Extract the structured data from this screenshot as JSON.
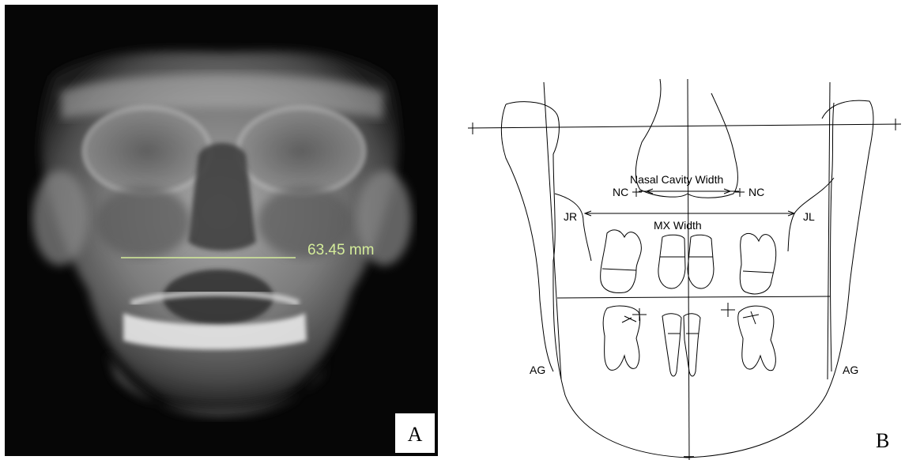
{
  "panel_a": {
    "measurement_label": "63.45 mm",
    "panel_letter": "A",
    "measure_line_color": "#d4ec9a"
  },
  "panel_b": {
    "labels": {
      "nasal_cavity_width": "Nasal Cavity Width",
      "nc_left": "NC",
      "nc_right": "NC",
      "jr": "JR",
      "jl": "JL",
      "mx_width": "MX Width",
      "ag_left": "AG",
      "ag_right": "AG"
    },
    "panel_letter": "B"
  }
}
